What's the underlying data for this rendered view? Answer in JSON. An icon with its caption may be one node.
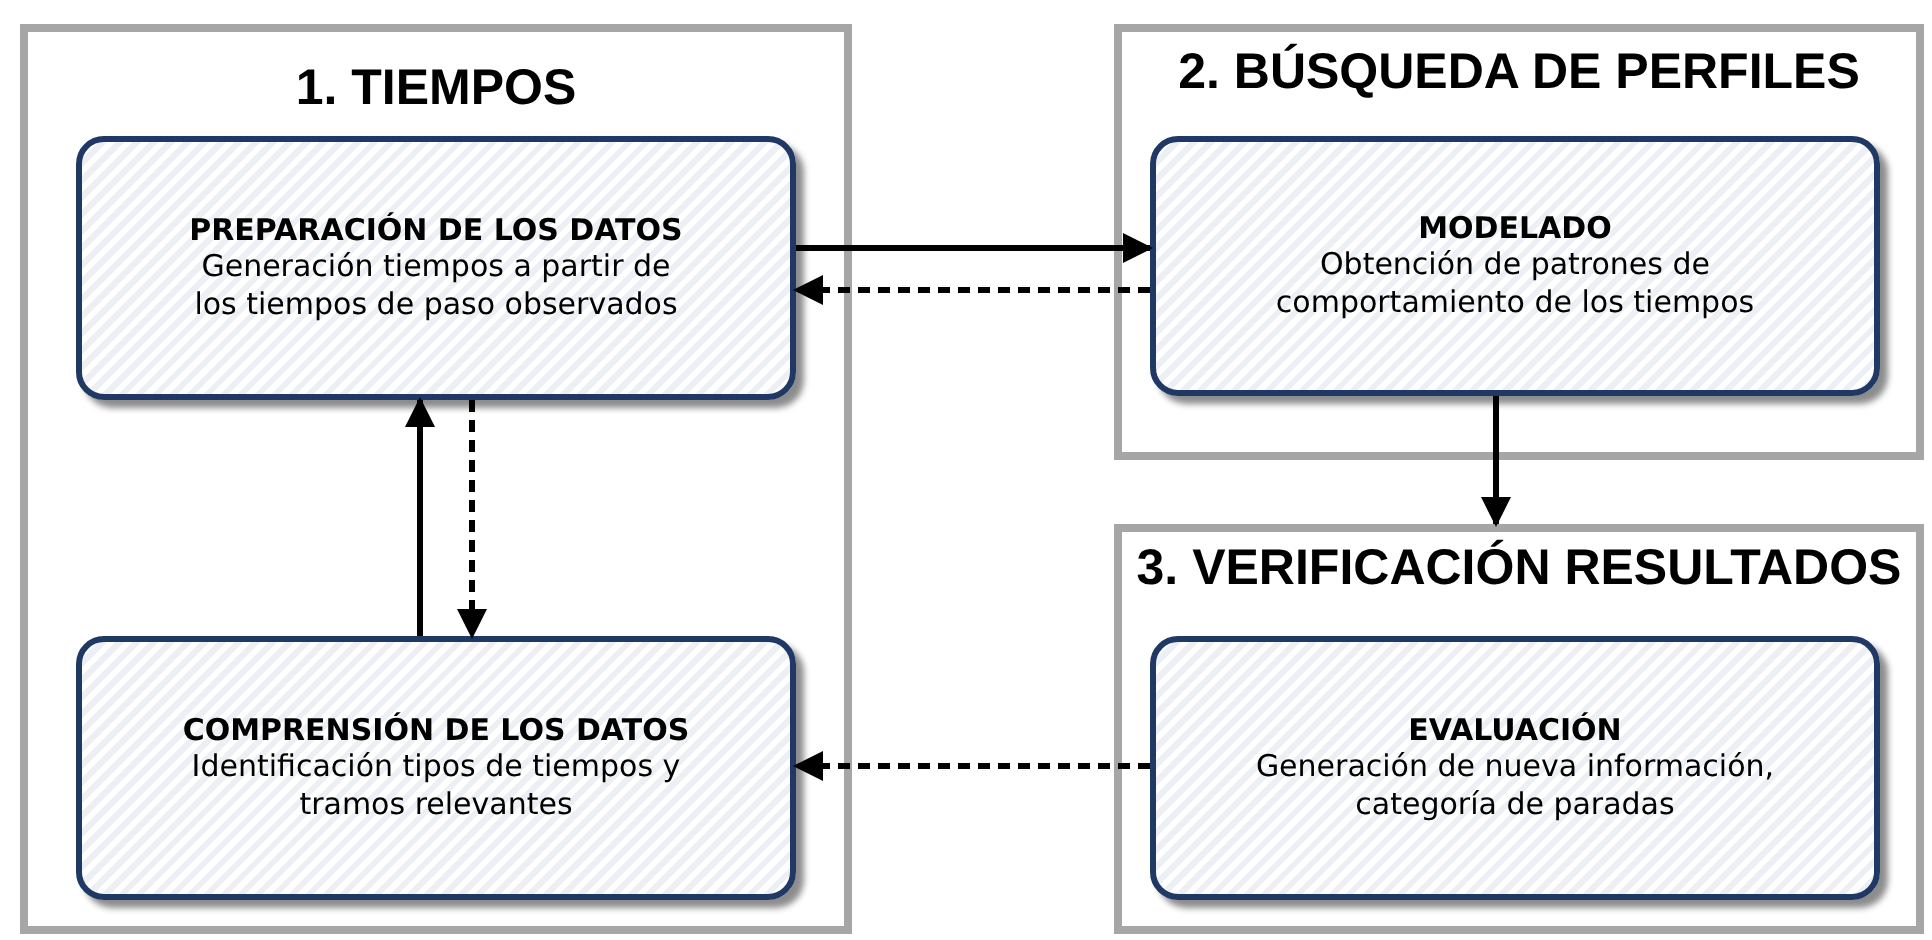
{
  "diagram": {
    "nodes": [
      {
        "text": [
          "1. TIEMPOS"
        ]
      },
      {
        "text": [
          "PREPARACIÓN DE LOS DATOS",
          "Generación tiempos a partir de los tiempos de paso observados"
        ],
        "in": 0
      },
      {
        "text": [
          "COMPRENSIÓN DE LOS DATOS",
          "Identificación tipos de tiempos y tramos relevantes"
        ],
        "in": 0
      },
      {
        "text": [
          "2. BÚSQUEDA DE PERFILES"
        ]
      },
      {
        "text": [
          "MODELADO",
          "Obtención de patrones de comportamiento de los tiempos"
        ],
        "in": 3
      },
      {
        "text": [
          "3. VERIFICACIÓN RESULTADOS"
        ]
      },
      {
        "text": [
          "EVALUACIÓN",
          "Generación de nueva información, categoría de paradas"
        ],
        "in": 5
      }
    ],
    "edges": [
      {
        "from": 1,
        "to": 4,
        "arrow": "to"
      },
      {
        "from": 4,
        "to": 1,
        "arrow": "to",
        "style": "dashed"
      },
      {
        "from": 4,
        "to": 5,
        "arrow": "to"
      },
      {
        "from": 2,
        "to": 1,
        "arrow": "to"
      },
      {
        "from": 1,
        "to": 2,
        "arrow": "to",
        "style": "dashed"
      },
      {
        "from": 6,
        "to": 2,
        "arrow": "to",
        "style": "dashed"
      }
    ]
  }
}
